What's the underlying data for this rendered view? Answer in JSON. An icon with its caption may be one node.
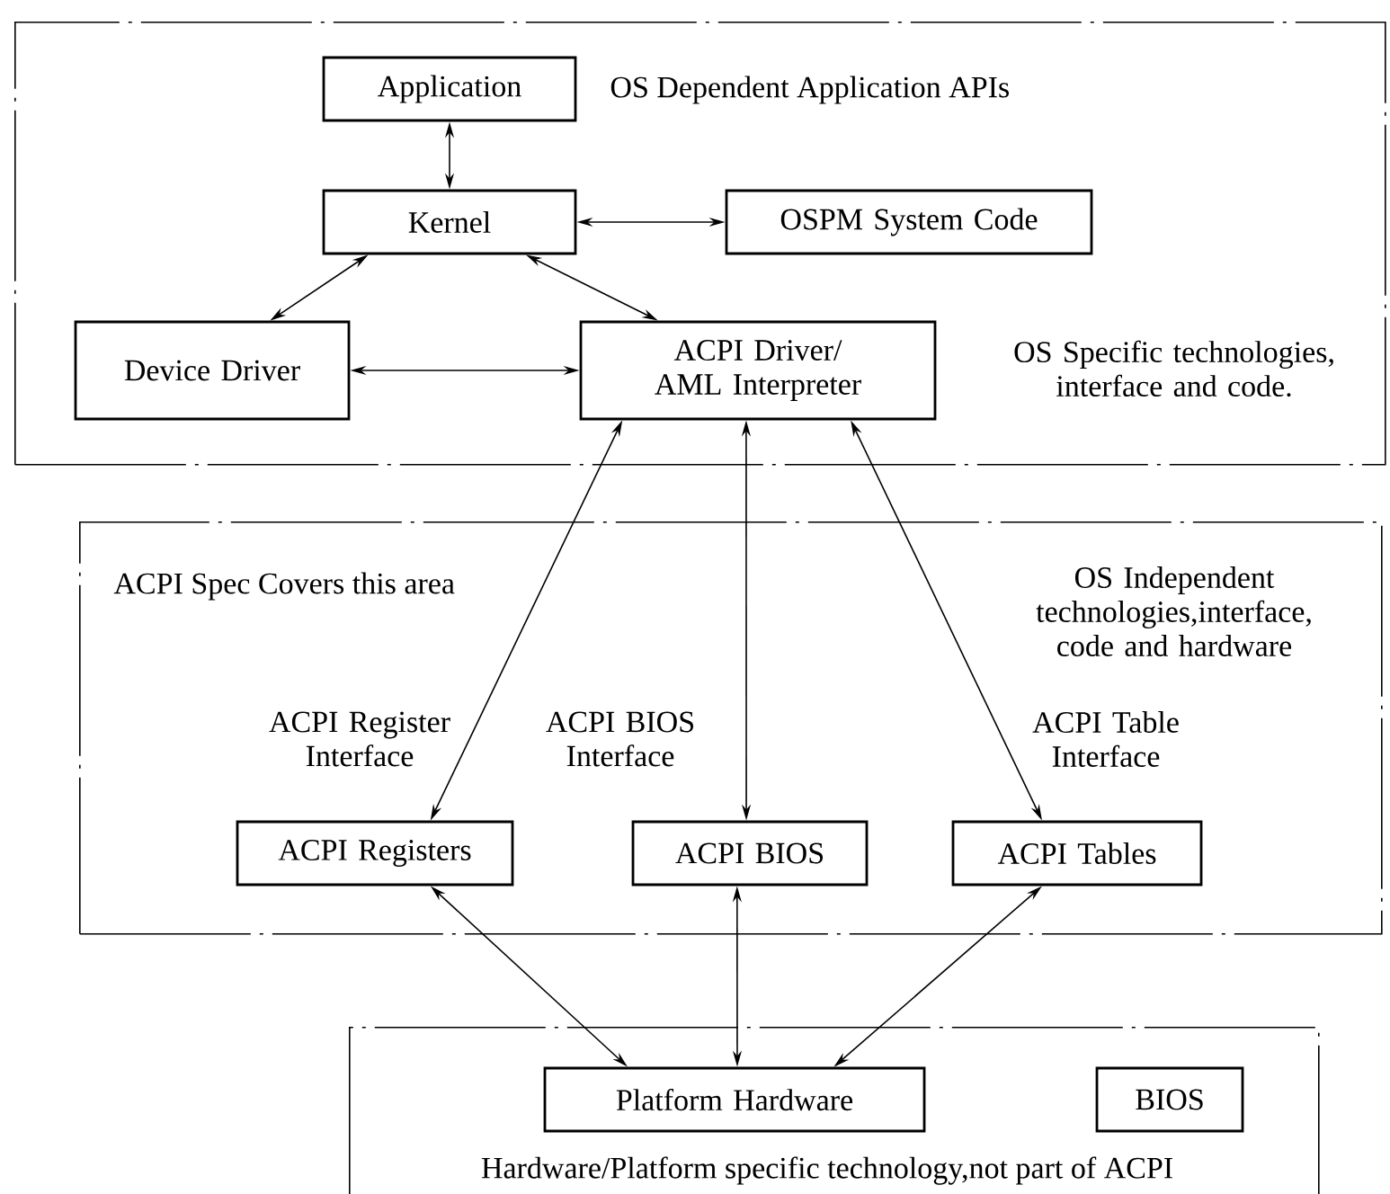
{
  "diagram": {
    "nodes": [
      {
        "text": [
          "OS Dependent Application APIs",
          "OS Specific technologies, interface and code."
        ]
      },
      {
        "text": [
          "Application"
        ],
        "in": 0
      },
      {
        "text": [
          "Kernel"
        ],
        "in": 0
      },
      {
        "text": [
          "OSPM System Code"
        ],
        "in": 0
      },
      {
        "text": [
          "Device Driver"
        ],
        "in": 0
      },
      {
        "text": [
          "ACPI Driver/ AML Interpreter"
        ],
        "in": 0
      },
      {
        "text": [
          "ACPI Spec Covers this area",
          "OS Independent technologies,interface, code and hardware"
        ]
      },
      {
        "text": [
          "ACPI Registers"
        ],
        "in": 6
      },
      {
        "text": [
          "ACPI BIOS"
        ],
        "in": 6
      },
      {
        "text": [
          "ACPI Tables"
        ],
        "in": 6
      },
      {
        "text": [
          "Hardware/Platform specific technology,not part of ACPI"
        ]
      },
      {
        "text": [
          "Platform Hardware"
        ],
        "in": 10
      },
      {
        "text": [
          "BIOS"
        ],
        "in": 10
      }
    ],
    "edges": [
      {
        "from": 1,
        "to": 2,
        "arrow": "both"
      },
      {
        "from": 2,
        "to": 3,
        "arrow": "both"
      },
      {
        "from": 2,
        "to": 4,
        "arrow": "both"
      },
      {
        "from": 2,
        "to": 5,
        "arrow": "both"
      },
      {
        "from": 4,
        "to": 5,
        "arrow": "both"
      },
      {
        "from": 5,
        "to": 7,
        "arrow": "both",
        "label": "ACPI Register Interface"
      },
      {
        "from": 5,
        "to": 8,
        "arrow": "both",
        "label": "ACPI BIOS Interface"
      },
      {
        "from": 5,
        "to": 9,
        "arrow": "both",
        "label": "ACPI Table Interface"
      },
      {
        "from": 7,
        "to": 11,
        "arrow": "both"
      },
      {
        "from": 8,
        "to": 11,
        "arrow": "both"
      },
      {
        "from": 9,
        "to": 11,
        "arrow": "both"
      }
    ]
  }
}
